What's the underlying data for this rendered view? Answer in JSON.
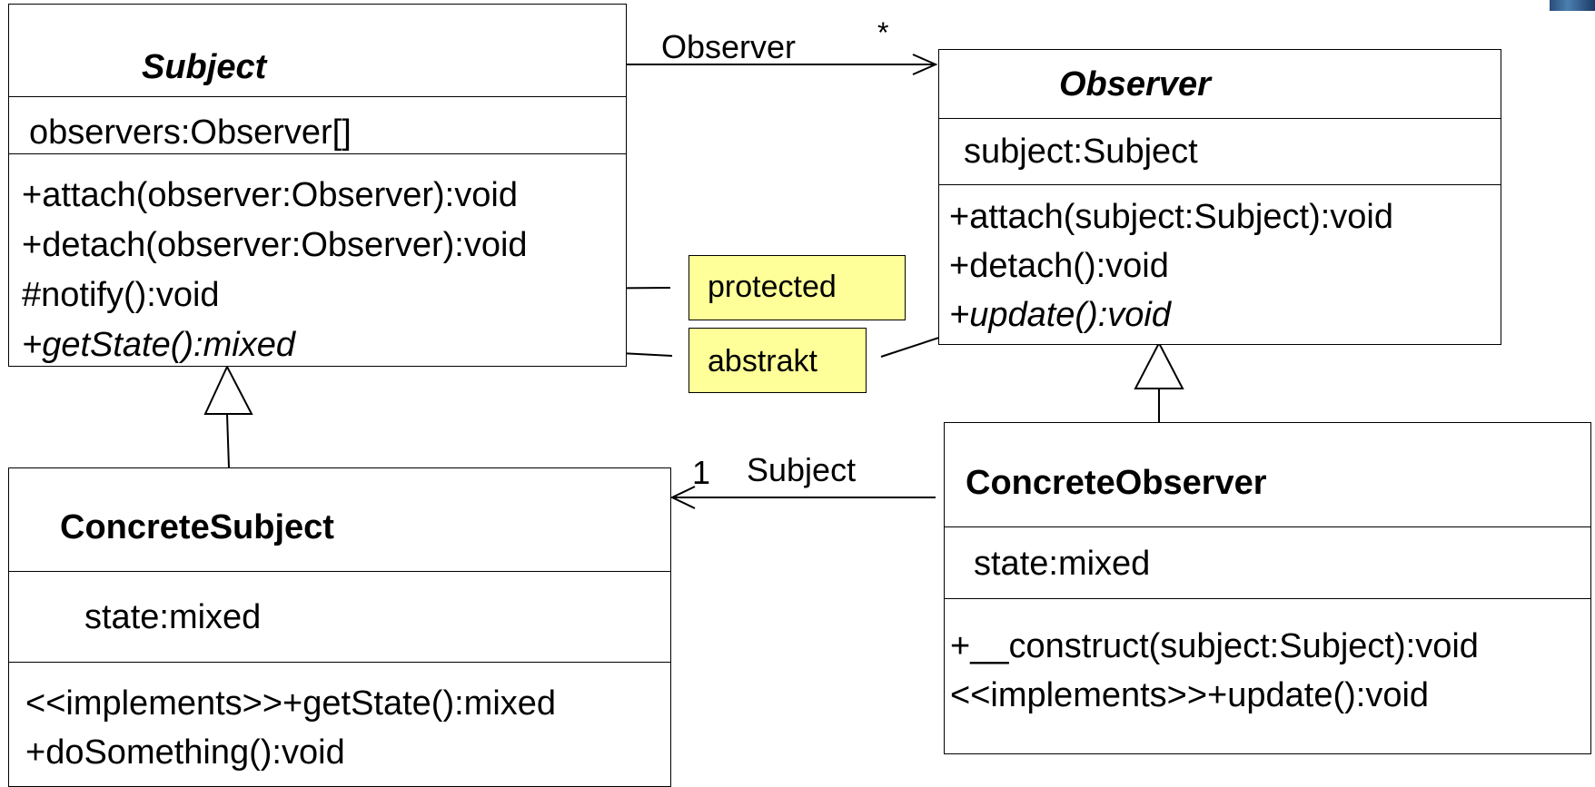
{
  "subject": {
    "name": "Subject",
    "attribute": "observers:Observer[]",
    "methods": [
      "+attach(observer:Observer):void",
      "+detach(observer:Observer):void",
      "#notify():void",
      "+getState():mixed"
    ]
  },
  "observer": {
    "name": "Observer",
    "attribute": "subject:Subject",
    "methods": [
      "+attach(subject:Subject):void",
      "+detach():void",
      "+update():void"
    ]
  },
  "concrete_subject": {
    "name": "ConcreteSubject",
    "attribute": "state:mixed",
    "methods": [
      "<<implements>>+getState():mixed",
      "+doSomething():void"
    ]
  },
  "concrete_observer": {
    "name": "ConcreteObserver",
    "attribute": "state:mixed",
    "methods": [
      "+__construct(subject:Subject):void",
      "<<implements>>+update():void"
    ]
  },
  "associations": {
    "observer_role": "Observer",
    "observer_multiplicity": "*",
    "subject_role": "Subject",
    "subject_multiplicity": "1"
  },
  "notes": {
    "protected": "protected",
    "abstract": "abstrakt"
  },
  "colors": {
    "note_fill": "#ffff99",
    "line": "#000000"
  }
}
